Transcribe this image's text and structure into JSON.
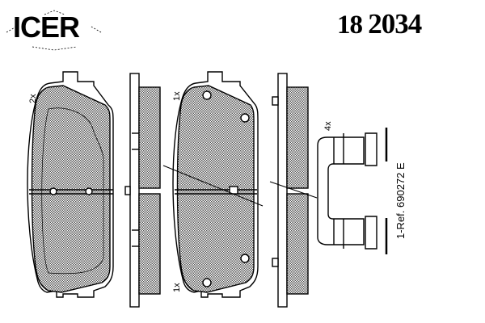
{
  "brand": "ICER",
  "part_number": {
    "prefix": "18",
    "number": "2034"
  },
  "labels": {
    "pad_left_qty": "2x",
    "pad_right_top_qty": "1x",
    "pad_right_bottom_qty": "1x",
    "clip_qty": "4x",
    "reference": "1-Ref. 690272 E"
  }
}
